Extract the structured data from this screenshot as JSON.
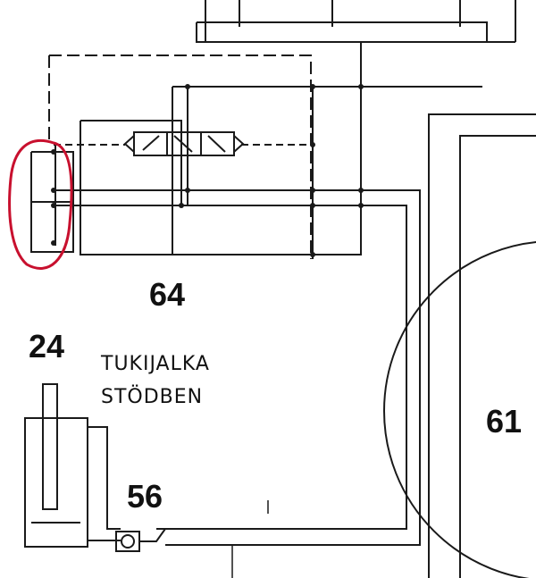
{
  "labels": {
    "valve_block": "64",
    "cylinder": "24",
    "stabilizer_fi": "TUKIJALKA",
    "stabilizer_sv": "STÖDBEN",
    "check_valve": "56",
    "tank": "61"
  },
  "colors": {
    "line": "#1a1a1a",
    "highlight": "#c8102e"
  }
}
